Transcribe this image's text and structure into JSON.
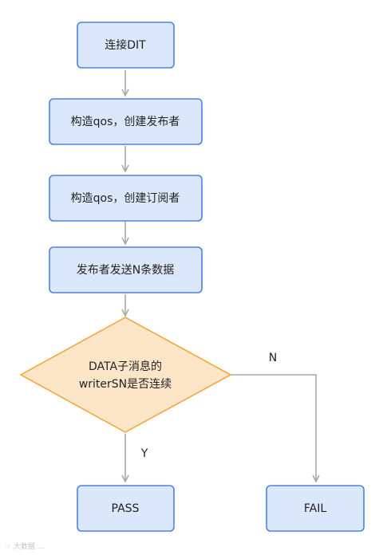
{
  "nodes": {
    "connect": "连接DIT",
    "pub_qos": "构造qos，创建发布者",
    "sub_qos": "构造qos，创建订阅者",
    "send": "发布者发送N条数据",
    "decision_line1": "DATA子消息的",
    "decision_line2": "writerSN是否连续",
    "pass": "PASS",
    "fail": "FAIL"
  },
  "edges": {
    "yes_label": "Y",
    "no_label": "N"
  },
  "watermark": "☞ 大数据 ..."
}
